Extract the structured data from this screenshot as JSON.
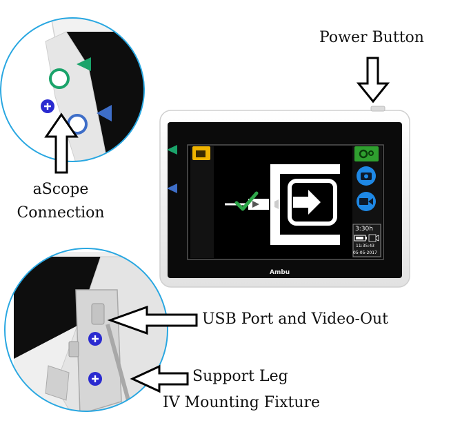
{
  "labels": {
    "power_button": "Power Button",
    "ascope_line1": "aScope",
    "ascope_line2": "Connection",
    "usb_port": "USB Port and Video-Out",
    "support_leg": "Support Leg",
    "iv_mount": "IV Mounting Fixture"
  },
  "screen": {
    "brand": "Ambu",
    "battery_time": "3:30h",
    "clock": "11:35:43",
    "date": "05-05-2017"
  },
  "colors": {
    "callout_border": "#29a7e1",
    "plus_marker": "#2a2ad0",
    "green_accent": "#1aa36a",
    "blue_accent": "#3e6ec8",
    "camera_button": "#1e88e5",
    "check": "#2ea64a",
    "folder_yellow": "#f0b400",
    "settings_green": "#2f9f2f"
  }
}
